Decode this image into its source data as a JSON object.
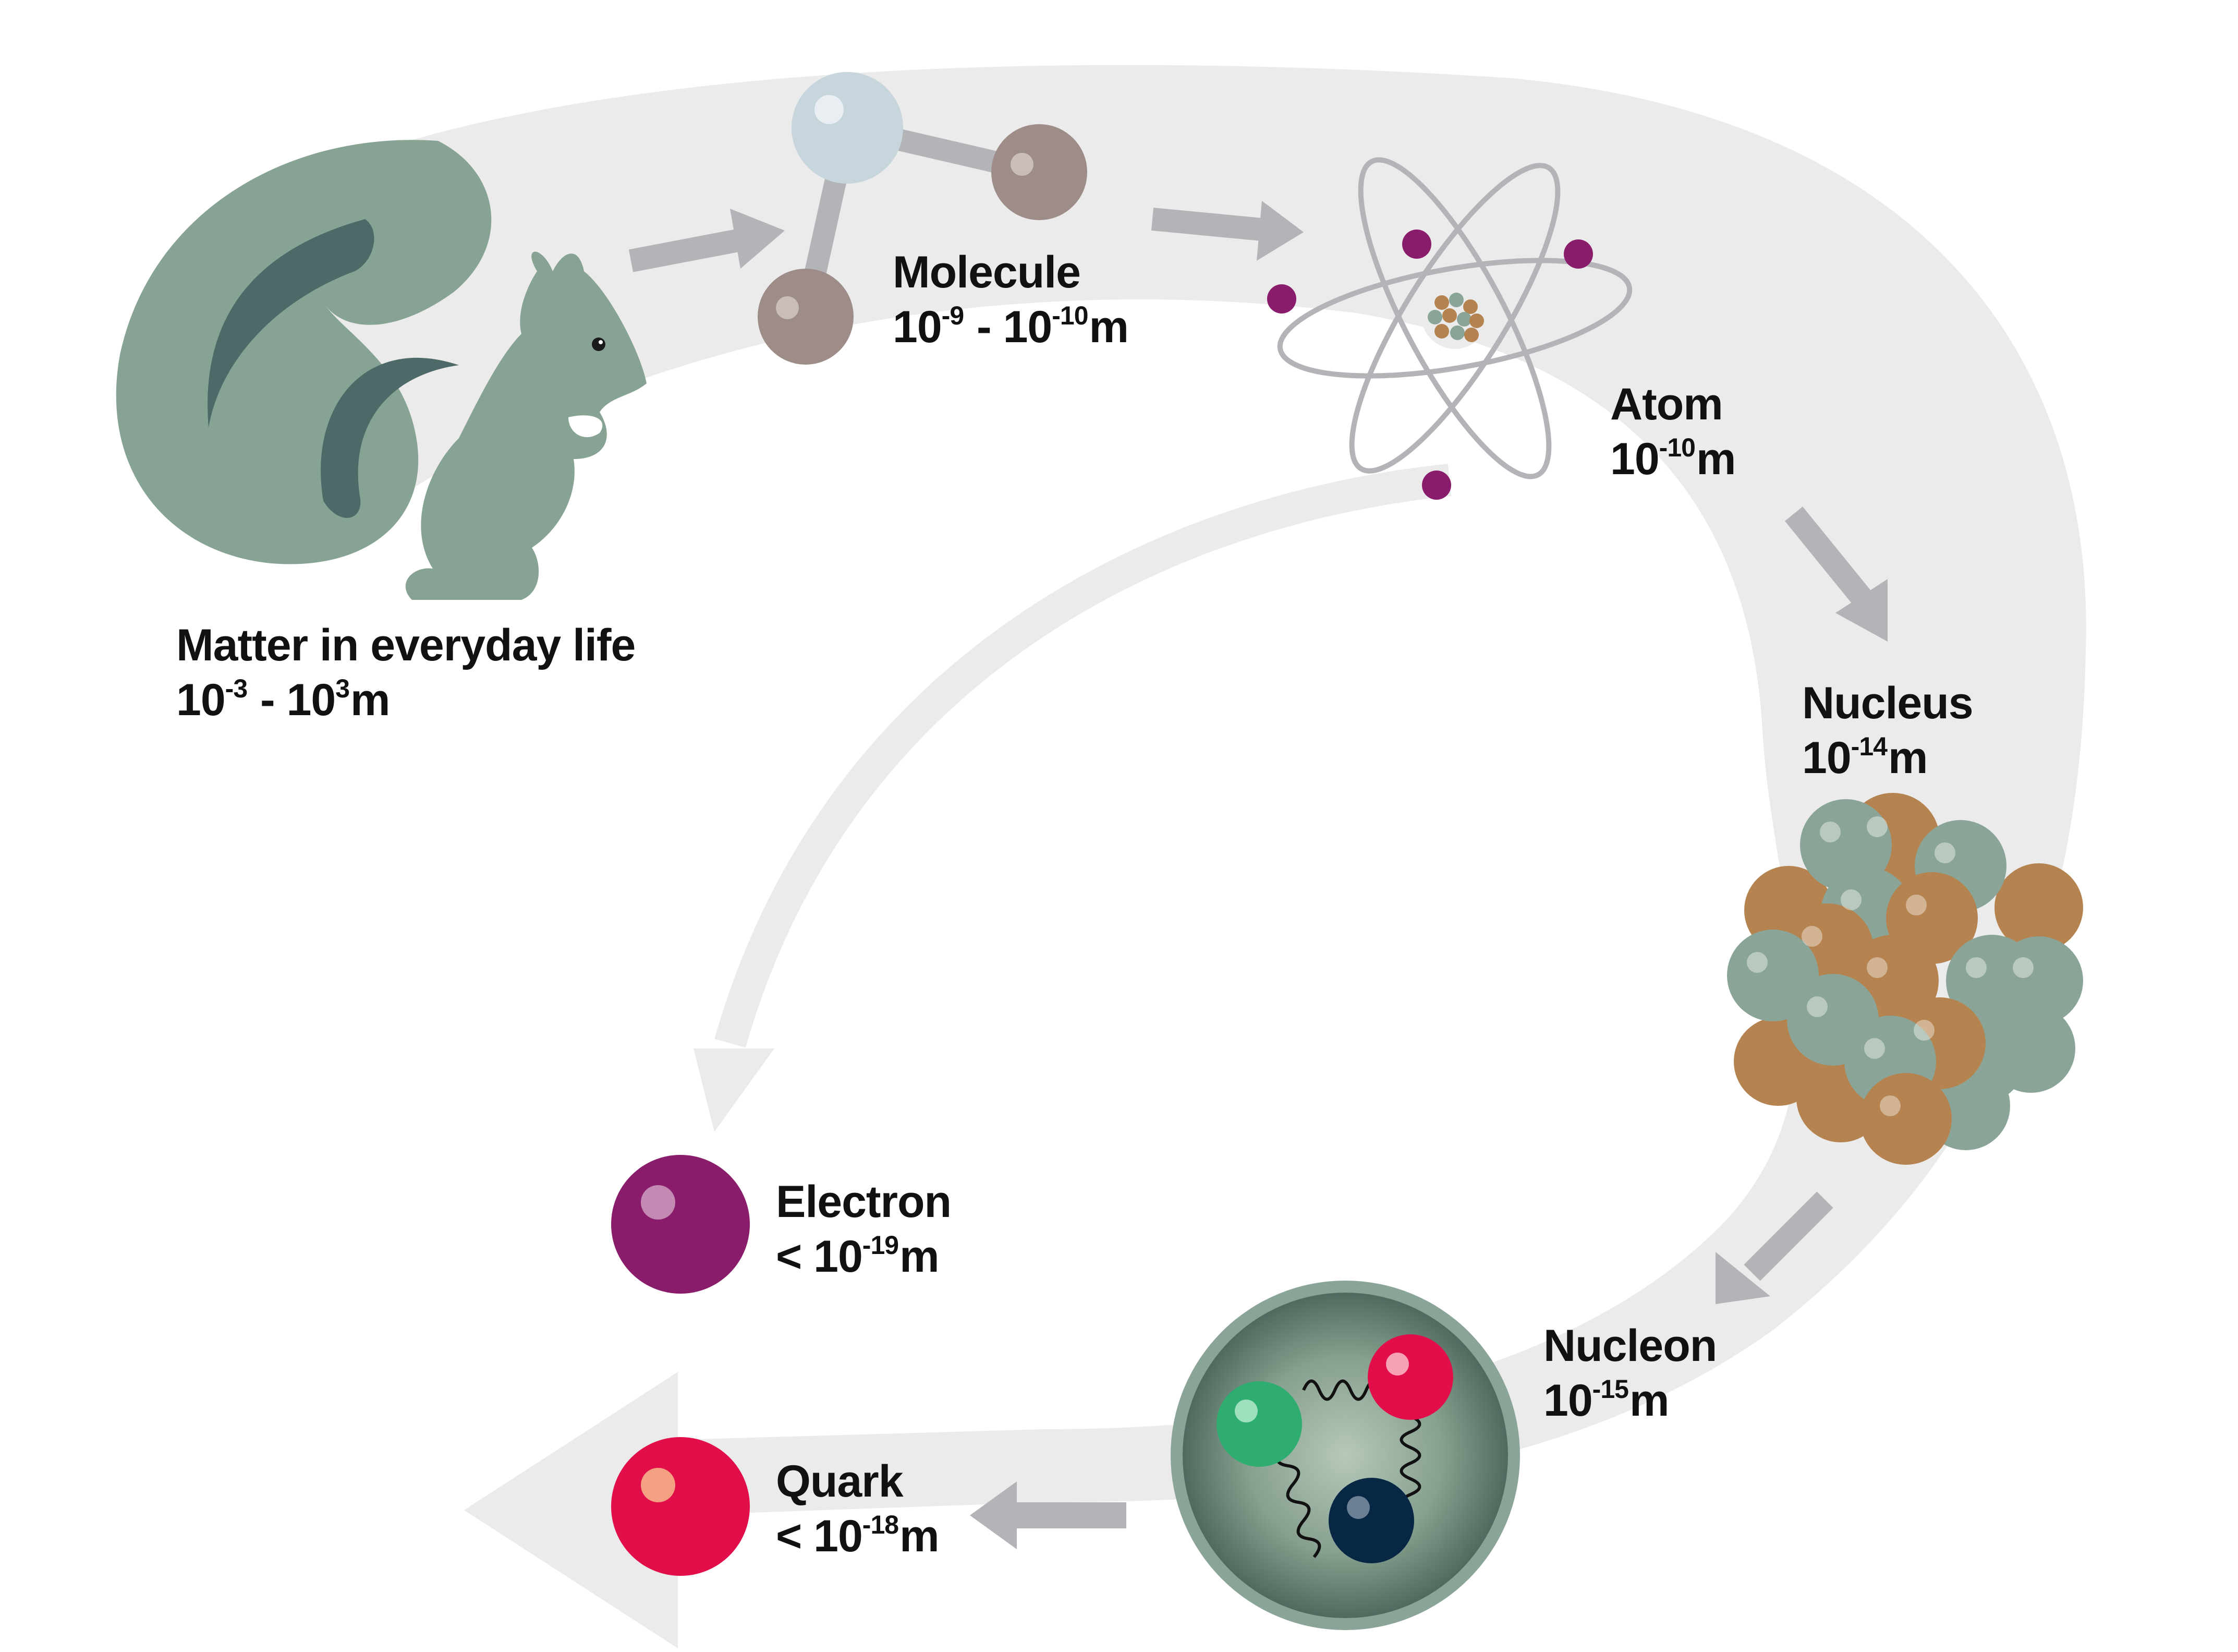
{
  "colors": {
    "band": "#ebebeb",
    "arrow": "#b3b4b7",
    "squirrel": "#87a393",
    "squirrel_dark": "#4d6a69",
    "electron": "#8a1c6c",
    "quark_red": "#e20e4a",
    "quark_green": "#2fac70",
    "quark_navy": "#072744",
    "proton_brown": "#b4834f",
    "neutron_green": "#8aa597",
    "molecule_light": "#c7d5dc",
    "molecule_brown": "#9d8c87"
  },
  "stages": [
    {
      "id": "matter",
      "name": "Matter in everyday life",
      "size_prefix": "",
      "size_base": "10",
      "size_exp": "-3",
      "size_mid": " - 10",
      "size_exp2": "3",
      "size_unit": "m",
      "icon": "squirrel-icon"
    },
    {
      "id": "molecule",
      "name": "Molecule",
      "size_prefix": "",
      "size_base": "10",
      "size_exp": "-9",
      "size_mid": " - 10",
      "size_exp2": "-10",
      "size_unit": "m",
      "icon": "molecule-icon"
    },
    {
      "id": "atom",
      "name": "Atom",
      "size_prefix": "",
      "size_base": "10",
      "size_exp": "-10",
      "size_unit": "m",
      "icon": "atom-icon"
    },
    {
      "id": "nucleus",
      "name": "Nucleus",
      "size_prefix": "",
      "size_base": "10",
      "size_exp": "-14",
      "size_unit": "m",
      "icon": "nucleus-icon"
    },
    {
      "id": "nucleon",
      "name": "Nucleon",
      "size_prefix": "",
      "size_base": "10",
      "size_exp": "-15",
      "size_unit": "m",
      "icon": "nucleon-icon"
    },
    {
      "id": "quark",
      "name": "Quark",
      "size_prefix": "< ",
      "size_base": "10",
      "size_exp": "-18",
      "size_unit": "m",
      "icon": "quark-icon"
    },
    {
      "id": "electron",
      "name": "Electron",
      "size_prefix": "< ",
      "size_base": "10",
      "size_exp": "-19",
      "size_unit": "m",
      "icon": "electron-icon"
    }
  ]
}
